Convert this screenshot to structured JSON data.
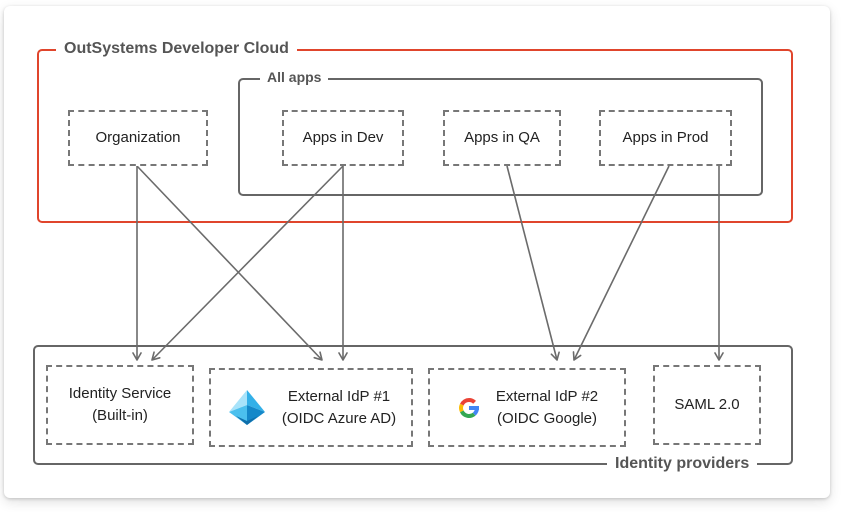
{
  "frames": {
    "cloud": {
      "label": "OutSystems Developer Cloud"
    },
    "apps": {
      "label": "All apps"
    },
    "identity_providers": {
      "label": "Identity providers"
    }
  },
  "nodes": {
    "organization": "Organization",
    "apps_dev": "Apps in Dev",
    "apps_qa": "Apps in QA",
    "apps_prod": "Apps  in Prod",
    "identity_service": "Identity Service\n(Built-in)",
    "external_idp_1": "External IdP #1\n(OIDC Azure AD)",
    "external_idp_2": "External IdP #2\n(OIDC Google)",
    "saml": "SAML 2.0"
  },
  "icons": {
    "external_idp_1": "azure-ad-icon",
    "external_idp_2": "google-icon"
  },
  "edges": [
    {
      "from": "organization",
      "to": "identity_service"
    },
    {
      "from": "organization",
      "to": "external_idp_1"
    },
    {
      "from": "apps_dev",
      "to": "identity_service"
    },
    {
      "from": "apps_dev",
      "to": "external_idp_1"
    },
    {
      "from": "apps_qa",
      "to": "external_idp_2"
    },
    {
      "from": "apps_prod",
      "to": "external_idp_2"
    },
    {
      "from": "apps_prod",
      "to": "saml"
    }
  ],
  "colors": {
    "cloud_border": "#e0452c",
    "frame_border": "#666666",
    "arrow": "#6b6b6b",
    "text": "#222222"
  }
}
